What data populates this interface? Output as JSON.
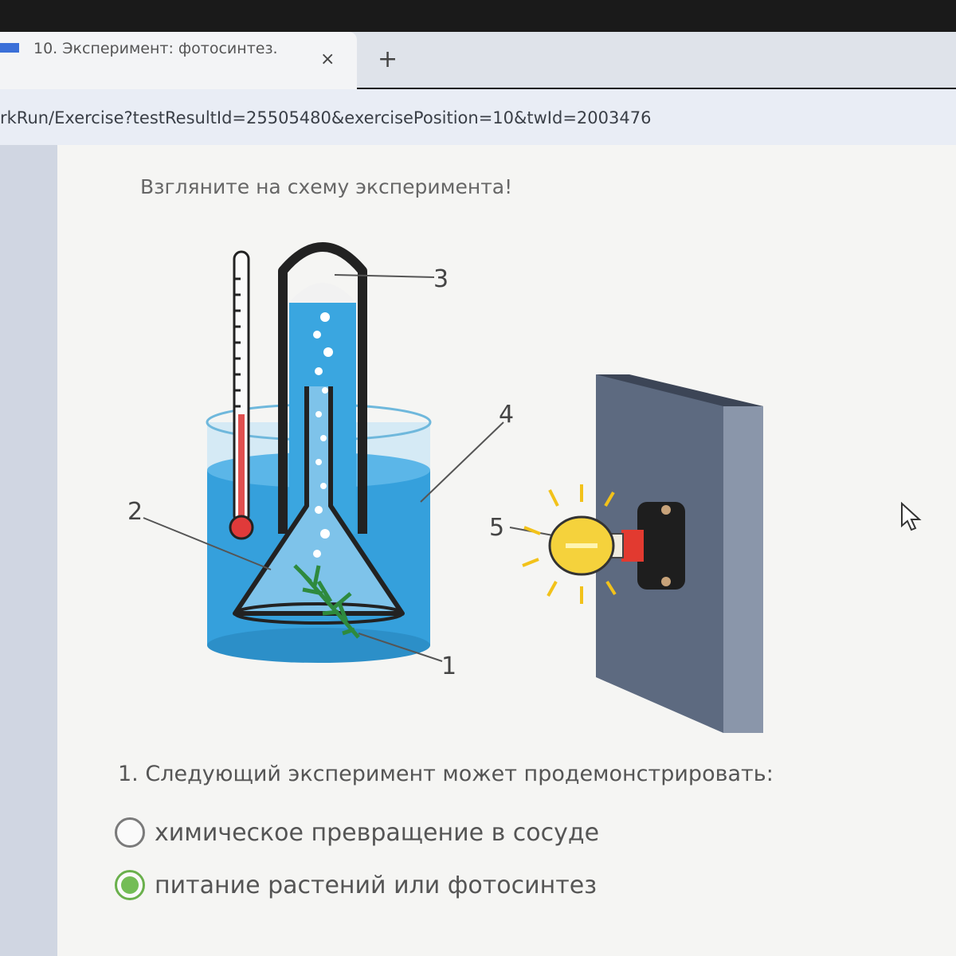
{
  "browser": {
    "tab_title": "10. Эксперимент: фотосинтез.",
    "tab_close": "×",
    "new_tab": "+",
    "url": "rkRun/Exercise?testResultId=25505480&exercisePosition=10&twId=2003476"
  },
  "exercise": {
    "instruction": "Взгляните на схему эксперимента!",
    "diagram_labels": {
      "l1": "1",
      "l2": "2",
      "l3": "3",
      "l4": "4",
      "l5": "5"
    },
    "question": "1. Следующий эксперимент может продемонстрировать:",
    "options": [
      {
        "label": "химическое превращение в сосуде",
        "selected": false
      },
      {
        "label": "питание растений или фотосинтез",
        "selected": true
      }
    ]
  },
  "colors": {
    "water": "#3aa6e0",
    "selected_radio": "#74bd56",
    "lamp": "#f5d23c"
  }
}
